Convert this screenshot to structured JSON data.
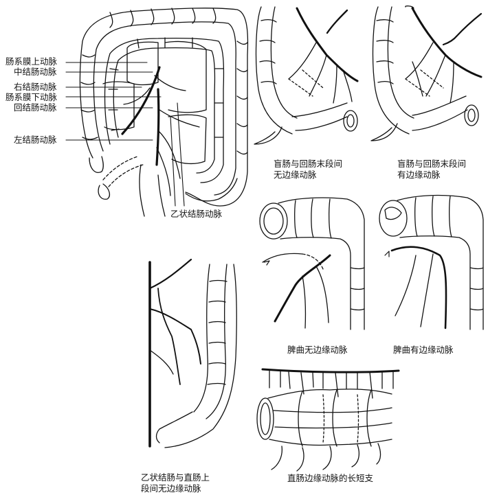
{
  "main_panel": {
    "labels": [
      "肠系膜上动脉",
      "中结肠动脉",
      "右结肠动脉",
      "肠系膜下动脉",
      "回结肠动脉",
      "左结肠动脉",
      "乙状结肠动脉"
    ]
  },
  "captions": {
    "rectum_ileum_no": [
      "盲肠与回肠末段间",
      "无边缘动脉"
    ],
    "rectum_ileum_yes": [
      "盲肠与回肠末段间",
      "有边缘动脉"
    ],
    "splenic_no": "脾曲无边缘动脉",
    "splenic_yes": "脾曲有边缘动脉",
    "sigmoid_rectum": [
      "乙状结肠与直肠上",
      "段间无边缘动脉"
    ],
    "rectal_branches": "直肠边缘动脉的长短支"
  }
}
